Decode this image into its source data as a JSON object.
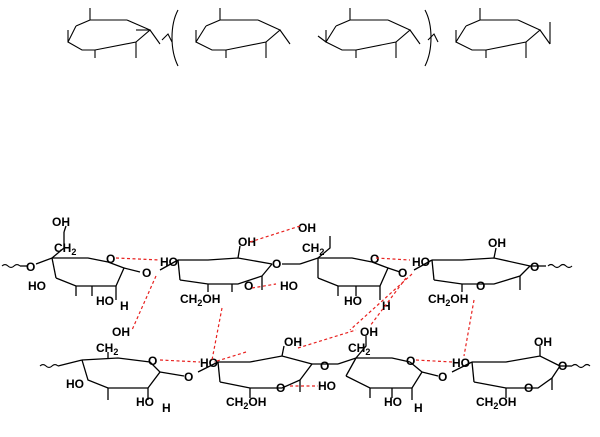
{
  "colors": {
    "bond": "#000000",
    "hydrogen_bond": "#e8211f",
    "background": "#ffffff"
  },
  "labels": {
    "oh": "OH",
    "ho": "HO",
    "o": "O",
    "h": "H",
    "ch2": "CH",
    "ch2oh_prefix": "CH",
    "ch2oh_suffix": "OH",
    "sub2": "2"
  }
}
